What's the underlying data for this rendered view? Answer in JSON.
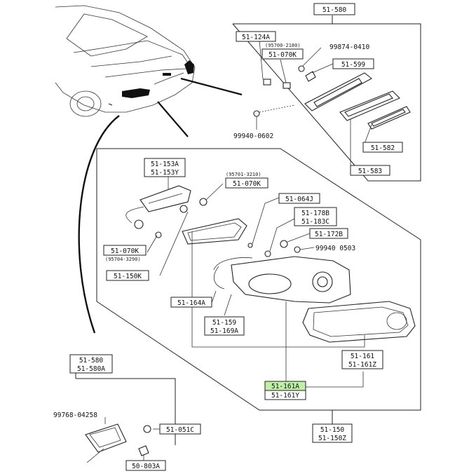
{
  "parts": {
    "p51_580_top": "51-580",
    "p51_124a": "51-124A",
    "note_9570": "(95700-2180)",
    "p51_070k_a": "51-070K",
    "p99874": "99874-0410",
    "p51_599": "51-599",
    "p99940_0602": "99940-0602",
    "p51_582": "51-582",
    "p51_583": "51-583",
    "p51_153a": "51-153A",
    "p51_153y": "51-153Y",
    "note_95701": "(95701-3210)",
    "p51_070k_b": "51-070K",
    "p51_064j": "51-064J",
    "p51_178b": "51-178B",
    "p51_183c": "51-183C",
    "p51_172b": "51-172B",
    "p99940_0503": "99940 0503",
    "p51_070k_c": "51-070K",
    "note_95704": "(95704-3290)",
    "p51_150k": "51-150K",
    "p51_164a": "51-164A",
    "p51_159": "51-159",
    "p51_169a": "51-169A",
    "p51_161": "51-161",
    "p51_161z": "51-161Z",
    "p51_161a": "51-161A",
    "p51_161y": "51-161Y",
    "p51_580_b": "51-580",
    "p51_580a": "51-580A",
    "p99768": "99768-04258",
    "p51_051c": "51-051C",
    "p50_803a": "50-803A",
    "p51_150": "51-150",
    "p51_150z": "51-150Z"
  },
  "colors": {
    "highlight": "#bff0a6",
    "line": "#222222"
  }
}
